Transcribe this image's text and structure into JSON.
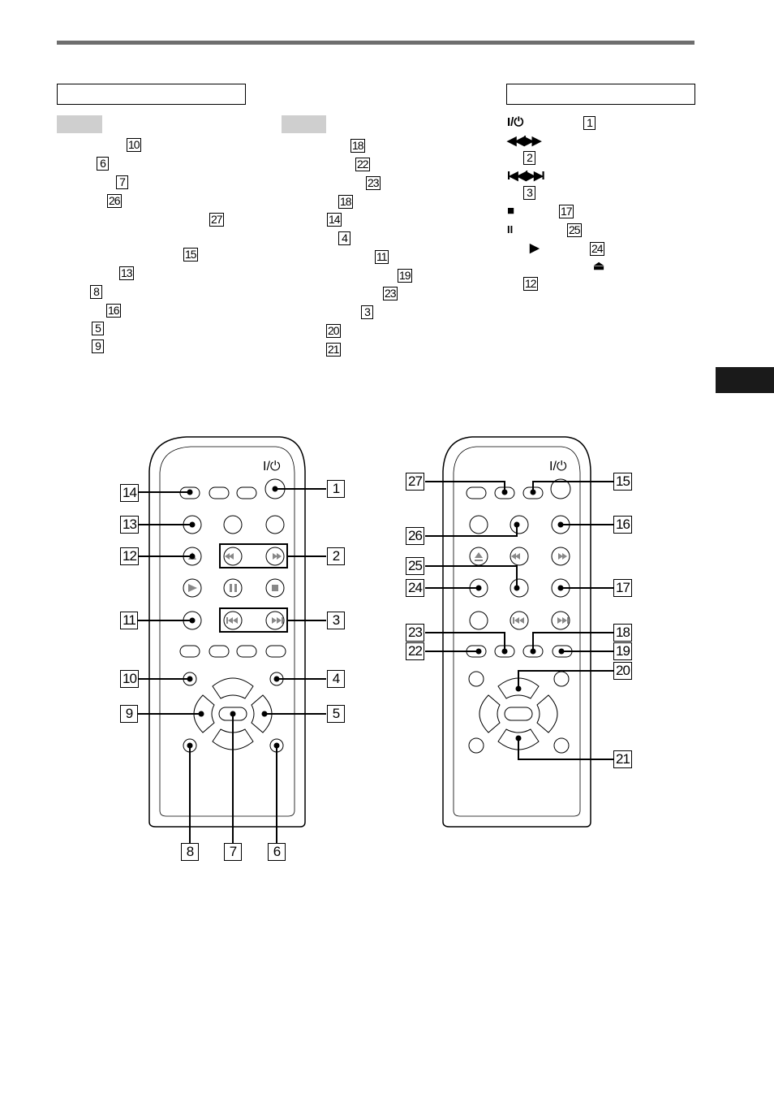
{
  "left_list_a": [
    "10",
    "6",
    "7",
    "26",
    "27",
    "15",
    "13",
    "8",
    "16",
    "5",
    "9"
  ],
  "left_list_b": [
    "18",
    "22",
    "23",
    "18",
    "14",
    "4",
    "11",
    "19",
    "23",
    "3",
    "20",
    "21"
  ],
  "right_list": [
    {
      "symbol": "I/⏻",
      "num": "1"
    },
    {
      "symbol": "◀◀/▶▶",
      "num": "2"
    },
    {
      "symbol": "I◀◀/▶▶I",
      "num": "3"
    },
    {
      "symbol": "■",
      "num": "17"
    },
    {
      "symbol": "II",
      "num": "25"
    },
    {
      "symbol": "▶",
      "num": "24"
    },
    {
      "symbol": "⏏",
      "num": ""
    },
    {
      "symbol": "",
      "num": "12"
    }
  ],
  "remote_a": {
    "power_label": "I/⏻",
    "callouts": [
      "14",
      "13",
      "12",
      "11",
      "10",
      "9",
      "1",
      "2",
      "3",
      "4",
      "5",
      "8",
      "7",
      "6"
    ]
  },
  "remote_b": {
    "power_label": "I/⏻",
    "callouts": [
      "27",
      "26",
      "25",
      "24",
      "23",
      "22",
      "15",
      "16",
      "17",
      "18",
      "19",
      "20",
      "21"
    ]
  },
  "colors": {
    "accent_bar": "#6e6e6e",
    "tab_gray": "#cfcfcf",
    "side_tab": "#1a1a1a"
  }
}
